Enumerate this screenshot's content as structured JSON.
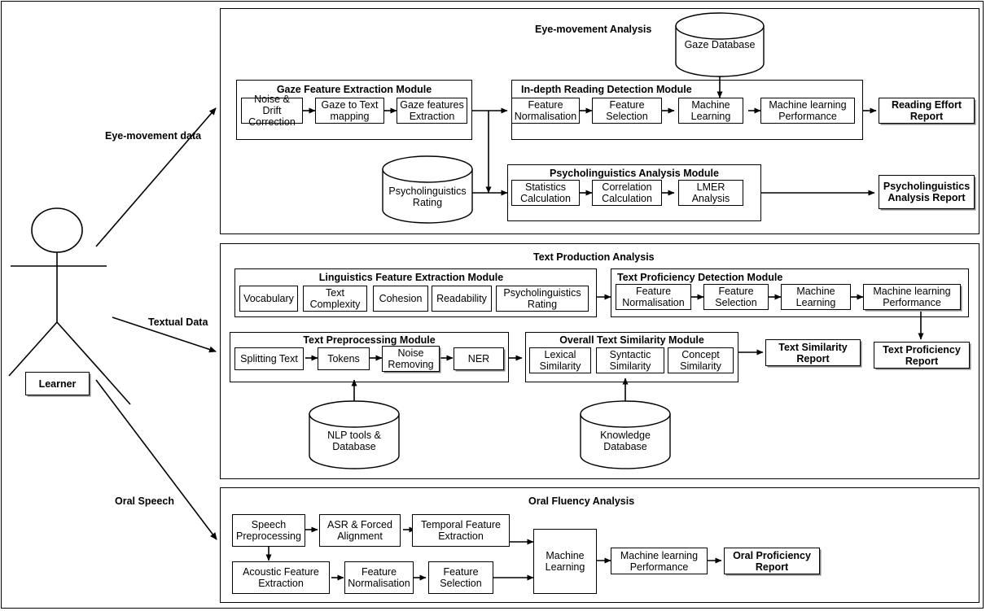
{
  "actor": {
    "label": "Learner"
  },
  "edge_labels": {
    "eye": "Eye-movement data",
    "text": "Textual Data",
    "speech": "Oral Speech"
  },
  "panels": [
    {
      "id": "eye-movement-analysis",
      "title": "Eye-movement Analysis",
      "modules": [
        {
          "id": "gaze-feature-extraction-module",
          "title": "Gaze Feature Extraction Module",
          "nodes": [
            "Noise & Drift Correction",
            "Gaze to Text mapping",
            "Gaze features Extraction"
          ]
        },
        {
          "id": "in-depth-reading-detection-module",
          "title": "In-depth Reading Detection Module",
          "nodes": [
            "Feature Normalisation",
            "Feature Selection",
            "Machine Learning",
            "Machine learning Performance"
          ]
        },
        {
          "id": "psycholinguistics-analysis-module",
          "title": "Psycholinguistics Analysis Module",
          "nodes": [
            "Statistics Calculation",
            "Correlation Calculation",
            "LMER Analysis"
          ]
        }
      ],
      "databases": [
        {
          "id": "gaze-database",
          "label": "Gaze Database"
        },
        {
          "id": "psycholinguistics-rating-database",
          "label": "Psycholinguistics Rating"
        }
      ],
      "reports": [
        {
          "id": "reading-effort-report",
          "label": "Reading Effort Report"
        },
        {
          "id": "psycholinguistics-analysis-report",
          "label": "Psycholinguistics Analysis Report"
        }
      ]
    },
    {
      "id": "text-production-analysis",
      "title": "Text Production Analysis",
      "modules": [
        {
          "id": "linguistics-feature-extraction-module",
          "title": "Linguistics Feature Extraction Module",
          "nodes": [
            "Vocabulary",
            "Text Complexity",
            "Cohesion",
            "Readability",
            "Psycholinguistics Rating"
          ]
        },
        {
          "id": "text-proficiency-detection-module",
          "title": "Text Proficiency Detection Module",
          "nodes": [
            "Feature Normalisation",
            "Feature Selection",
            "Machine Learning",
            "Machine learning Performance"
          ]
        },
        {
          "id": "text-preprocessing-module",
          "title": "Text Preprocessing Module",
          "nodes": [
            "Splitting Text",
            "Tokens",
            "Noise Removing",
            "NER"
          ]
        },
        {
          "id": "overall-text-similarity-module",
          "title": "Overall Text Similarity Module",
          "nodes": [
            "Lexical Similarity",
            "Syntactic Similarity",
            "Concept Similarity"
          ]
        }
      ],
      "databases": [
        {
          "id": "nlp-tools-database",
          "label": "NLP tools & Database"
        },
        {
          "id": "knowledge-database",
          "label": "Knowledge Database"
        }
      ],
      "reports": [
        {
          "id": "text-similarity-report",
          "label": "Text Similarity Report"
        },
        {
          "id": "text-proficiency-report",
          "label": "Text Proficiency Report"
        }
      ]
    },
    {
      "id": "oral-fluency-analysis",
      "title": "Oral Fluency Analysis",
      "modules": [],
      "nodes": [
        "Speech Preprocessing",
        "ASR & Forced Alignment",
        "Temporal Feature Extraction",
        "Acoustic Feature Extraction",
        "Feature Normalisation",
        "Feature Selection",
        "Machine Learning",
        "Machine learning Performance"
      ],
      "databases": [],
      "reports": [
        {
          "id": "oral-proficiency-report",
          "label": "Oral Proficiency Report"
        }
      ]
    }
  ],
  "flat": {
    "p1_title": "Eye-movement Analysis",
    "m1_title": "Gaze Feature Extraction Module",
    "m1_n1": "Noise & Drift Correction",
    "m1_n2": "Gaze to Text mapping",
    "m1_n3": "Gaze features Extraction",
    "m2_title": "In-depth Reading Detection Module",
    "m2_n1": "Feature Normalisation",
    "m2_n2": "Feature Selection",
    "m2_n3": "Machine Learning",
    "m2_n4": "Machine learning Performance",
    "db_gaze": "Gaze Database",
    "rep_reading": "Reading Effort Report",
    "m3_title": "Psycholinguistics Analysis Module",
    "m3_n1": "Statistics Calculation",
    "m3_n2": "Correlation Calculation",
    "m3_n3": "LMER Analysis",
    "db_psy": "Psycholinguistics Rating",
    "rep_psy": "Psycholinguistics Analysis Report",
    "p2_title": "Text Production Analysis",
    "m4_title": "Linguistics Feature Extraction Module",
    "m4_n1": "Vocabulary",
    "m4_n2": "Text Complexity",
    "m4_n3": "Cohesion",
    "m4_n4": "Readability",
    "m4_n5": "Psycholinguistics Rating",
    "m5_title": "Text Proficiency Detection Module",
    "m5_n1": "Feature Normalisation",
    "m5_n2": "Feature Selection",
    "m5_n3": "Machine Learning",
    "m5_n4": "Machine learning Performance",
    "m6_title": "Text Preprocessing Module",
    "m6_n1": "Splitting Text",
    "m6_n2": "Tokens",
    "m6_n3": "Noise Removing",
    "m6_n4": "NER",
    "m7_title": "Overall Text Similarity Module",
    "m7_n1": "Lexical Similarity",
    "m7_n2": "Syntactic Similarity",
    "m7_n3": "Concept Similarity",
    "db_nlp": "NLP tools & Database",
    "db_know": "Knowledge Database",
    "rep_sim": "Text Similarity Report",
    "rep_tprof": "Text Proficiency Report",
    "p3_title": "Oral Fluency Analysis",
    "o_n1": "Speech Preprocessing",
    "o_n2": "ASR & Forced Alignment",
    "o_n3": "Temporal Feature Extraction",
    "o_n4": "Acoustic Feature Extraction",
    "o_n5": "Feature Normalisation",
    "o_n6": "Feature Selection",
    "o_n7": "Machine Learning",
    "o_n8": "Machine learning Performance",
    "rep_oral": "Oral Proficiency Report"
  },
  "colors": {
    "stroke": "#000000",
    "shadow": "#808080",
    "background": "#ffffff"
  }
}
